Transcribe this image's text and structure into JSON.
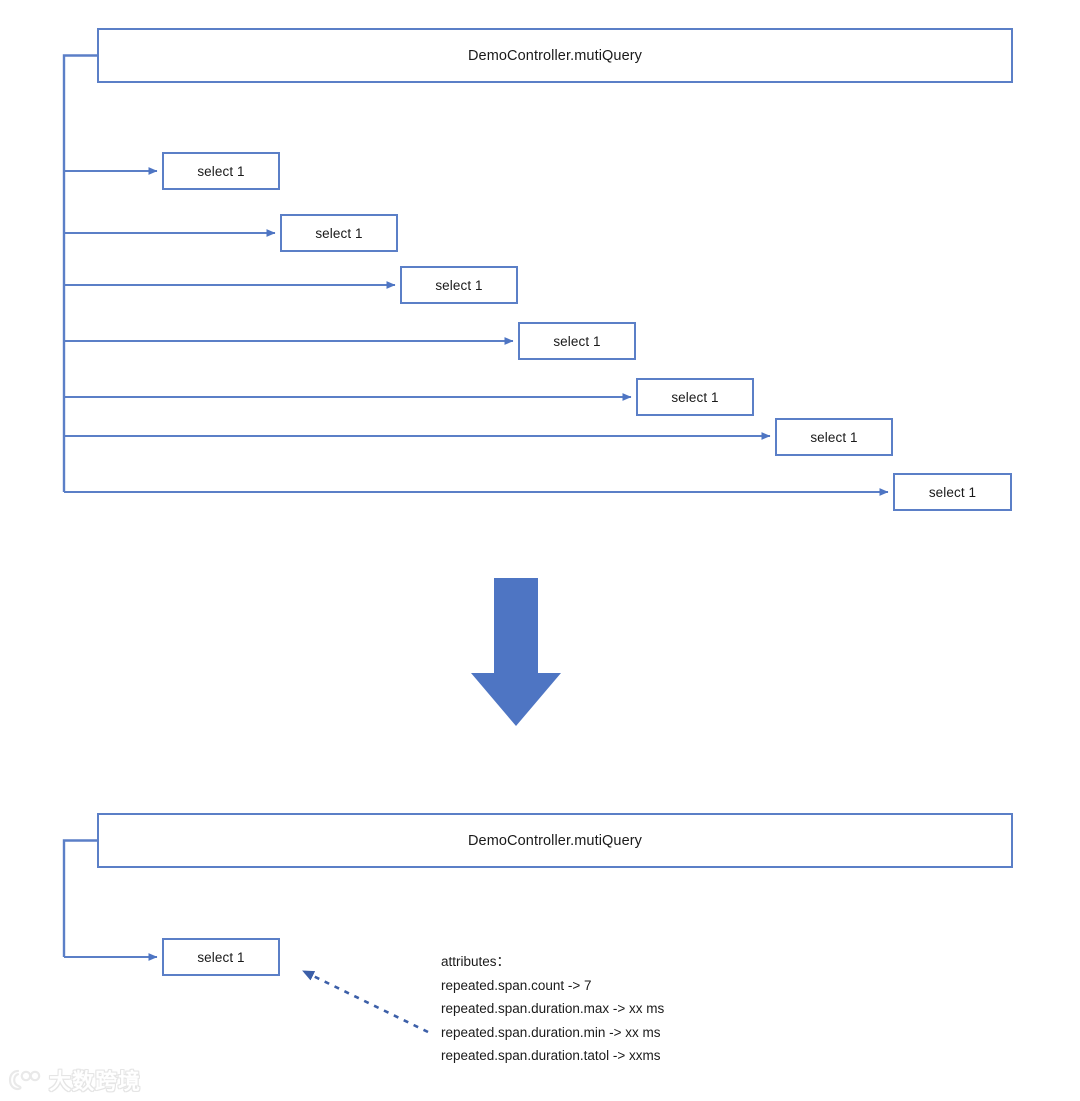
{
  "diagram": {
    "title_top": "DemoController.mutiQuery",
    "title_bottom": "DemoController.mutiQuery",
    "leaf_label": "select 1",
    "colors": {
      "stroke": "#5B7FC7",
      "arrow_fill": "#4E75C3",
      "big_arrow": "#4E75C3",
      "box_fill": "#FFFFFF",
      "text": "#1A1A1A",
      "dashed_arrow": "#3C5FA8"
    },
    "top_section": {
      "root": {
        "label": "DemoController.mutiQuery"
      },
      "leaves": [
        {
          "label": "select 1"
        },
        {
          "label": "select 1"
        },
        {
          "label": "select 1"
        },
        {
          "label": "select 1"
        },
        {
          "label": "select 1"
        },
        {
          "label": "select 1"
        },
        {
          "label": "select 1"
        }
      ]
    },
    "bottom_section": {
      "root": {
        "label": "DemoController.mutiQuery"
      },
      "leaves": [
        {
          "label": "select 1"
        }
      ],
      "attributes": {
        "heading": "attributes：",
        "lines": [
          "repeated.span.count -> 7",
          "repeated.span.duration.max ->  xx ms",
          "repeated.span.duration.min -> xx ms",
          "repeated.span.duration.tatol -> xxms"
        ]
      }
    },
    "transition_arrow": {
      "direction": "down"
    }
  },
  "watermark": {
    "text": "大数跨境"
  }
}
